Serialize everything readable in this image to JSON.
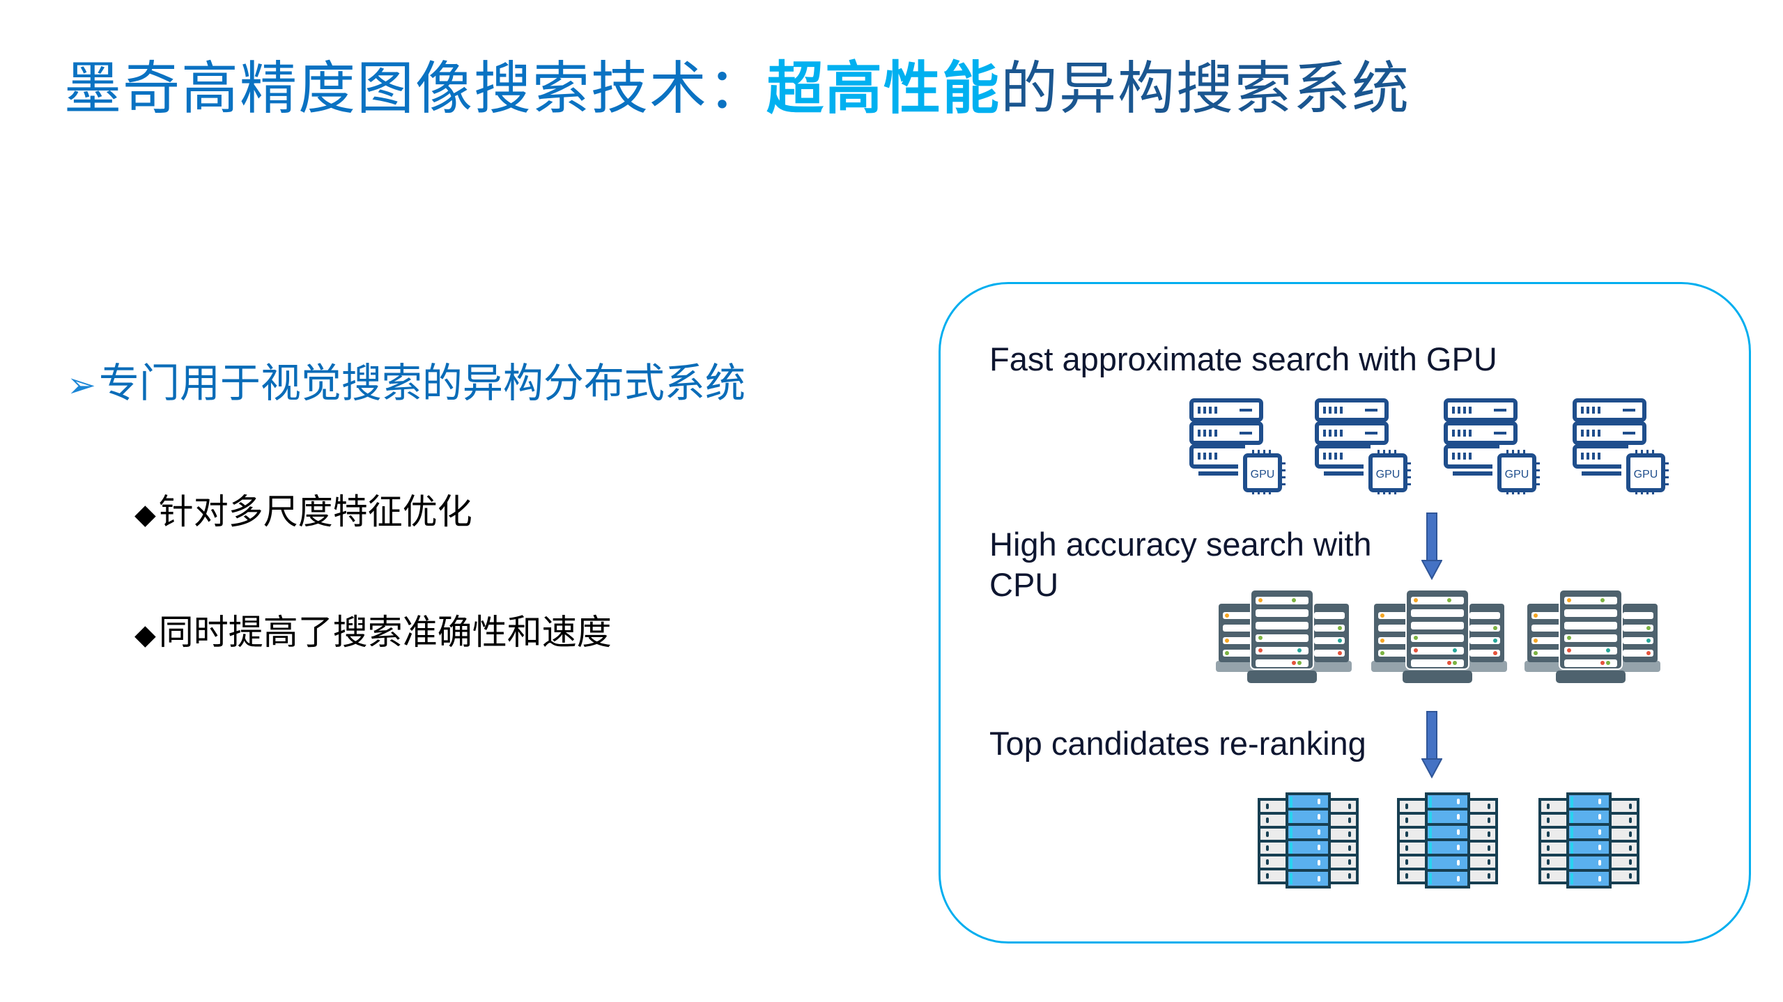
{
  "slide": {
    "title": {
      "part1": "墨奇高精度图像搜索技术：",
      "part2_highlight": "超高性能",
      "part3": "的异构搜索系统"
    },
    "subtitle": {
      "marker": "➢",
      "text": "专门用于视觉搜索的异构分布式系统"
    },
    "bullets": [
      {
        "marker": "◆",
        "text": "针对多尺度特征优化"
      },
      {
        "marker": "◆",
        "text": "同时提高了搜索准确性和速度"
      }
    ]
  },
  "diagram": {
    "stages": [
      {
        "label": "Fast approximate search with GPU",
        "icon": "gpu-server-icon",
        "count": 4,
        "chip_label": "GPU"
      },
      {
        "label_line1": "High accuracy search with",
        "label_line2": "CPU",
        "icon": "cpu-server-rack-icon",
        "count": 3
      },
      {
        "label": "Top candidates re-ranking",
        "icon": "rerank-server-rack-icon",
        "count": 3
      }
    ],
    "arrows": [
      "arrow-down-icon",
      "arrow-down-icon"
    ]
  },
  "colors": {
    "title_blue": "#0A72C2",
    "title_highlight": "#00B0F0",
    "title_navy": "#1A5690",
    "frame_border": "#00AEEF",
    "gpu_icon": "#1F4E8C",
    "arrow": "#4472C4",
    "cpu_rack": "#4E626E",
    "rerank_blue": "#5AB0EE"
  }
}
